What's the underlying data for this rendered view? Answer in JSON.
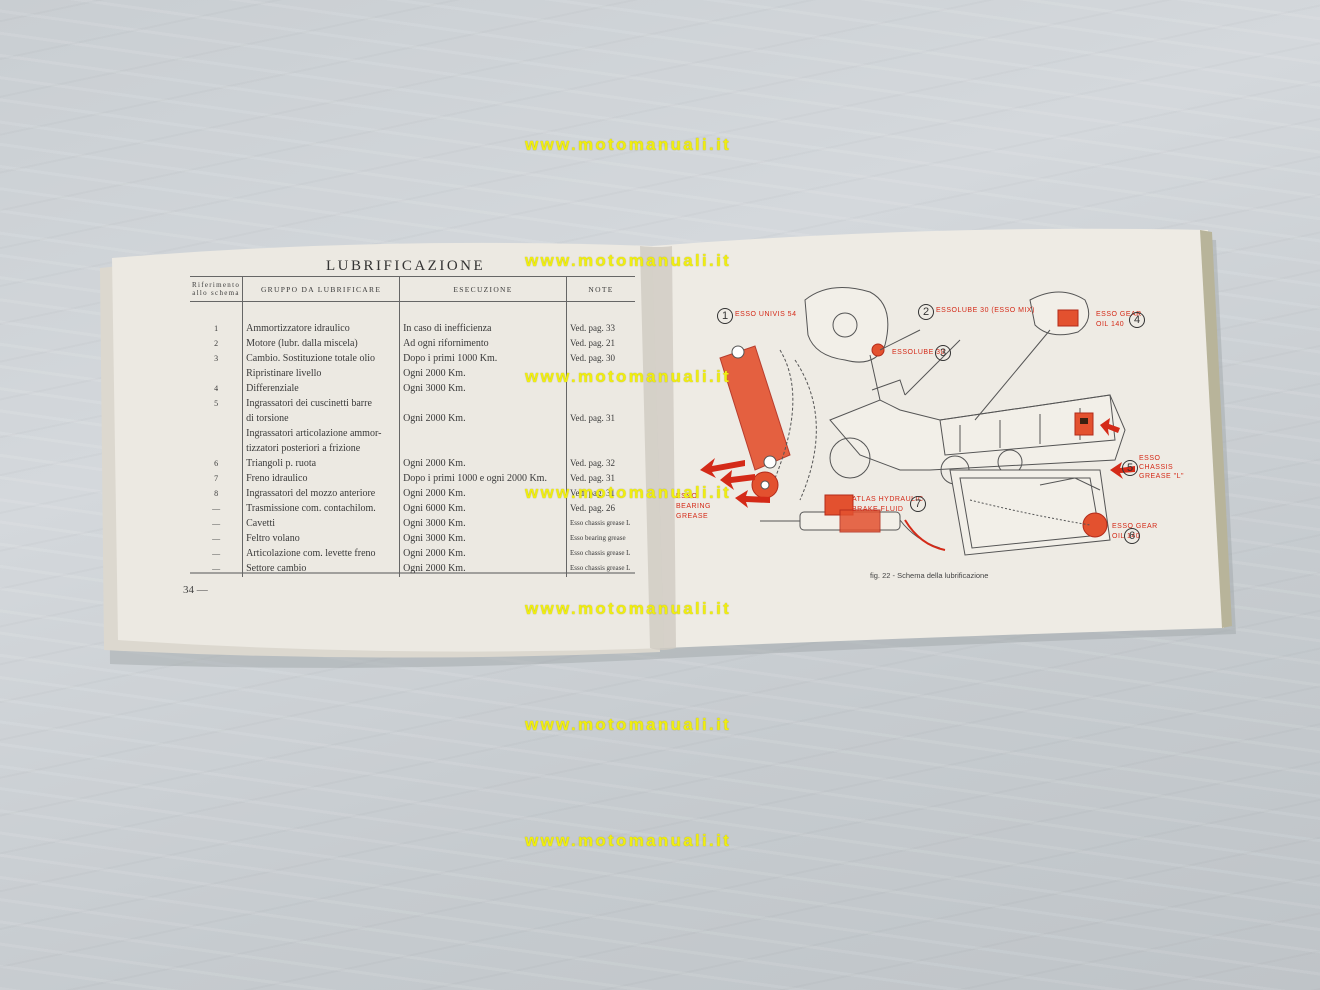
{
  "left_page": {
    "title": "LUBRIFICAZIONE",
    "page_number": "34 —",
    "headers": {
      "ref": "Riferimento allo schema",
      "group": "GRUPPO DA LUBRIFICARE",
      "execution": "ESECUZIONE",
      "notes": "NOTE"
    },
    "rows": [
      {
        "ref": "1",
        "group": "Ammortizzatore idraulico",
        "execution": "In caso di inefficienza",
        "note": "Ved. pag. 33"
      },
      {
        "ref": "2",
        "group": "Motore (lubr. dalla miscela)",
        "execution": "Ad ogni rifornimento",
        "note": "Ved. pag. 21"
      },
      {
        "ref": "3",
        "group": "Cambio. Sostituzione totale olio",
        "execution": "Dopo i primi 1000 Km.",
        "note": "Ved. pag. 30"
      },
      {
        "ref": "",
        "group": "Ripristinare livello",
        "execution": "Ogni 2000 Km.",
        "note": ""
      },
      {
        "ref": "4",
        "group": "Differenziale",
        "execution": "Ogni 3000 Km.",
        "note": ""
      },
      {
        "ref": "5",
        "group": "Ingrassatori dei cuscinetti barre",
        "execution": "",
        "note": ""
      },
      {
        "ref": "",
        "group": "di torsione",
        "execution": "Ogni 2000 Km.",
        "note": "Ved. pag. 31"
      },
      {
        "ref": "",
        "group": "Ingrassatori articolazione ammor-",
        "execution": "",
        "note": ""
      },
      {
        "ref": "",
        "group": "tizzatori posteriori a frizione",
        "execution": "",
        "note": ""
      },
      {
        "ref": "6",
        "group": "Triangoli p. ruota",
        "execution": "Ogni 2000 Km.",
        "note": "Ved. pag. 32"
      },
      {
        "ref": "7",
        "group": "Freno idraulico",
        "execution": "Dopo i primi 1000 e ogni 2000 Km.",
        "note": "Ved. pag. 31"
      },
      {
        "ref": "8",
        "group": "Ingrassatori del mozzo anteriore",
        "execution": "Ogni 2000 Km.",
        "note": "Ved. pag. 31"
      },
      {
        "ref": "—",
        "group": "Trasmissione com. contachilom.",
        "execution": "Ogni 6000 Km.",
        "note": "Ved. pag. 26"
      },
      {
        "ref": "—",
        "group": "Cavetti",
        "execution": "Ogni 3000 Km.",
        "note": "Esso chassis grease L"
      },
      {
        "ref": "—",
        "group": "Feltro volano",
        "execution": "Ogni 3000 Km.",
        "note": "Esso bearing grease"
      },
      {
        "ref": "—",
        "group": "Articolazione com. levette freno",
        "execution": "Ogni 2000 Km.",
        "note": "Esso chassis grease L"
      },
      {
        "ref": "—",
        "group": "Settore cambio",
        "execution": "Ogni 2000 Km.",
        "note": "Esso chassis grease L"
      }
    ]
  },
  "right_page": {
    "caption": "fig. 22 - Schema della lubrificazione",
    "labels": {
      "l1": "ESSO UNIVIS 54",
      "l2": "ESSOLUBE 30 (ESSO MIX)",
      "l3": "ESSOLUBE 30",
      "l4a": "ESSO GEAR",
      "l4b": "OIL 140",
      "l5a": "ESSO",
      "l5b": "CHASSIS",
      "l5c": "GREASE \"L\"",
      "l6a": "ESSO GEAR",
      "l6b": "OIL 140",
      "l7a": "ATLAS HYDRAULIC",
      "l7b": "BRAKE FLUID",
      "l8a": "ESSO",
      "l8b": "BEARING",
      "l8c": "GREASE"
    },
    "callouts": [
      "1",
      "2",
      "3",
      "4",
      "5",
      "6",
      "7"
    ]
  },
  "watermark": "www.motomanuali.it",
  "colors": {
    "accent_red": "#d42a18",
    "watermark_yellow": "#f0ee0f",
    "paper": "#ece9e2"
  }
}
